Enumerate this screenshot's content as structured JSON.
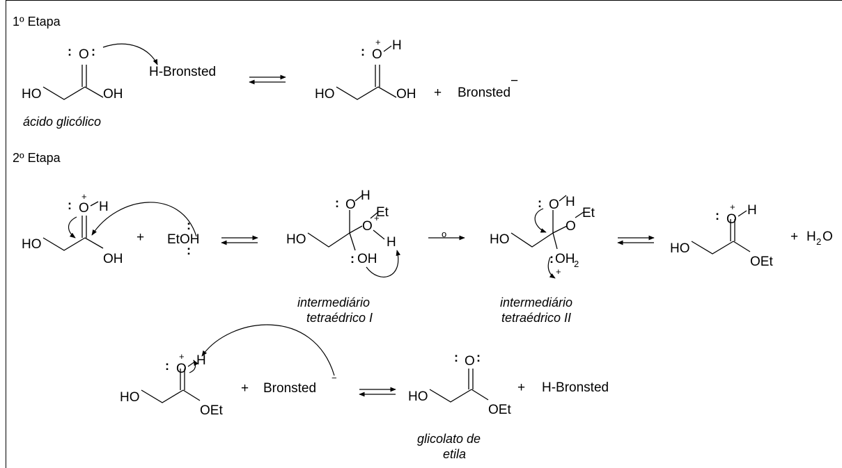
{
  "step1": {
    "title": "1º Etapa",
    "reactant_name": "ácido glicólico",
    "acid": "H-Bronsted",
    "product_conj_base": "Bronsted",
    "plus": "+"
  },
  "step2": {
    "title": "2º Etapa",
    "ethanol": "EtOH",
    "int1_name_line1": "intermediário",
    "int1_name_line2": "tetraédrico I",
    "int2_name_line1": "intermediário",
    "int2_name_line2": "tetraédrico II",
    "water": "H2O",
    "base": "Bronsted",
    "acid": "H-Bronsted",
    "product_name_line1": "glicolato de",
    "product_name_line2": "etila",
    "plus": "+"
  },
  "atoms": {
    "HO": "HO",
    "OH": "OH",
    "O": "O",
    "H": "H",
    "Et": "Et",
    "OEt": "OEt",
    "OH2": "OH",
    "sub2": "2",
    "plus_charge": "+",
    "minus_charge": "−",
    "lone_pair": ":",
    "arrow_label": "o"
  }
}
